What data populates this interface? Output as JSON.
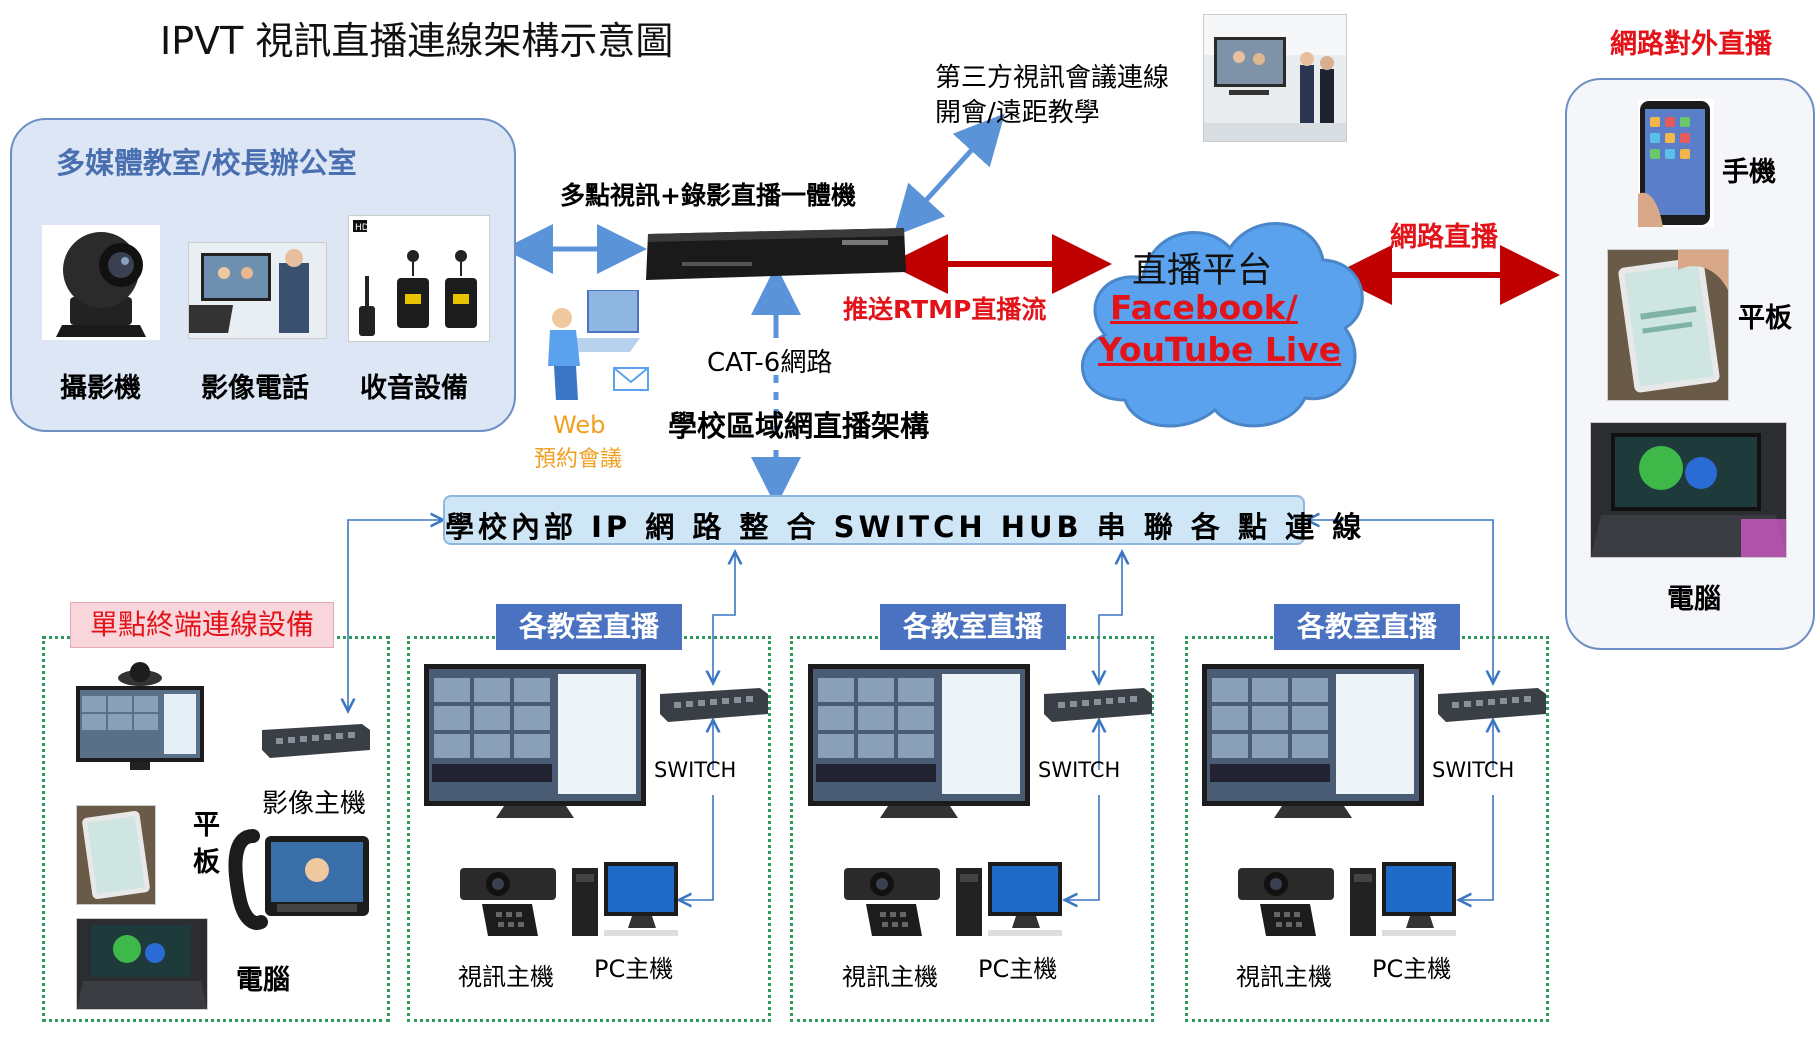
{
  "title": "IPVT 視訊直播連線架構示意圖",
  "left_panel": {
    "title": "多媒體教室/校長辦公室",
    "items": [
      "攝影機",
      "影像電話",
      "收音設備"
    ]
  },
  "server_label": "多點視訊+錄影直播一體機",
  "third_party": {
    "line1": "第三方視訊會議連線",
    "line2": "開會/遠距教學"
  },
  "rtmp_label": "推送RTMP直播流",
  "cloud": {
    "title": "直播平台",
    "line1": "Facebook/",
    "line2": "YouTube Live"
  },
  "web_live_label": "網路直播",
  "right_panel": {
    "title": "網路對外直播",
    "items": [
      "手機",
      "平板",
      "電腦"
    ]
  },
  "cat6_label": "CAT-6網路",
  "campus_label": "學校區域網直播架構",
  "web_booking": {
    "line1": "Web",
    "line2": "預約會議"
  },
  "switch_hub": "學校內部 IP 網 路 整 合  SWITCH HUB 串 聯 各 點 連 線",
  "single_point": {
    "tag": "單點終端連線設備",
    "video_host": "影像主機",
    "tablet": "平板",
    "pc": "電腦"
  },
  "classrooms": [
    {
      "tag": "各教室直播",
      "switch": "SWITCH",
      "video_host": "視訊主機",
      "pc": "PC主機"
    },
    {
      "tag": "各教室直播",
      "switch": "SWITCH",
      "video_host": "視訊主機",
      "pc": "PC主機"
    },
    {
      "tag": "各教室直播",
      "switch": "SWITCH",
      "video_host": "視訊主機",
      "pc": "PC主機"
    }
  ],
  "colors": {
    "accent_blue": "#4a72c0",
    "red": "#e2141a",
    "arrow_blue": "#5b93d8",
    "dark_red": "#c00000",
    "green": "#2f9a5e"
  }
}
